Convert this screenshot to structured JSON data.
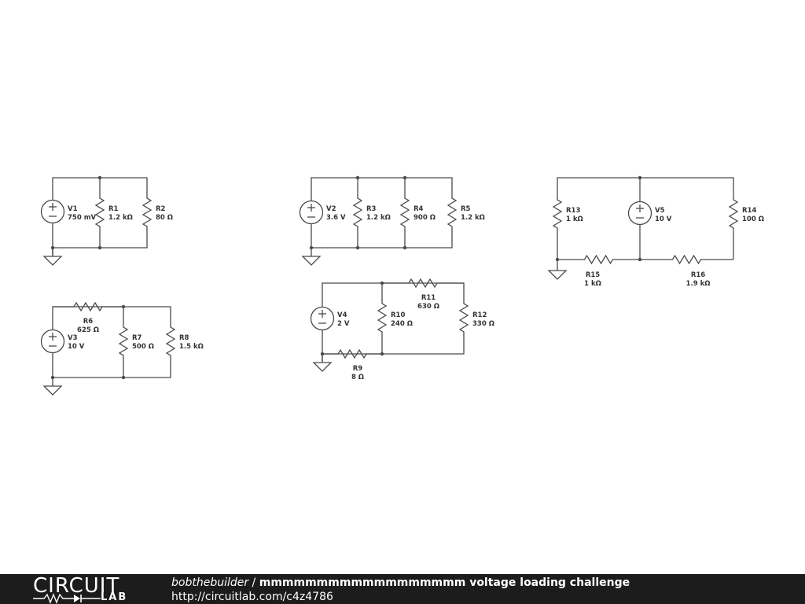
{
  "circuit": {
    "components": [
      {
        "id": "v1",
        "name": "V1",
        "value": "750 mV"
      },
      {
        "id": "r1",
        "name": "R1",
        "value": "1.2 kΩ"
      },
      {
        "id": "r2",
        "name": "R2",
        "value": "80 Ω"
      },
      {
        "id": "v2",
        "name": "V2",
        "value": "3.6 V"
      },
      {
        "id": "r3",
        "name": "R3",
        "value": "1.2 kΩ"
      },
      {
        "id": "r4",
        "name": "R4",
        "value": "900 Ω"
      },
      {
        "id": "r5",
        "name": "R5",
        "value": "1.2 kΩ"
      },
      {
        "id": "r13",
        "name": "R13",
        "value": "1 kΩ"
      },
      {
        "id": "v5",
        "name": "V5",
        "value": "10 V"
      },
      {
        "id": "r14",
        "name": "R14",
        "value": "100 Ω"
      },
      {
        "id": "r15",
        "name": "R15",
        "value": "1 kΩ"
      },
      {
        "id": "r16",
        "name": "R16",
        "value": "1.9 kΩ"
      },
      {
        "id": "r6",
        "name": "R6",
        "value": "625 Ω"
      },
      {
        "id": "v3",
        "name": "V3",
        "value": "10 V"
      },
      {
        "id": "r7",
        "name": "R7",
        "value": "500 Ω"
      },
      {
        "id": "r8",
        "name": "R8",
        "value": "1.5 kΩ"
      },
      {
        "id": "v4",
        "name": "V4",
        "value": "2 V"
      },
      {
        "id": "r10",
        "name": "R10",
        "value": "240 Ω"
      },
      {
        "id": "r11",
        "name": "R11",
        "value": "630 Ω"
      },
      {
        "id": "r12",
        "name": "R12",
        "value": "330 Ω"
      },
      {
        "id": "r9",
        "name": "R9",
        "value": "8 Ω"
      }
    ]
  },
  "footer": {
    "logo_text": "CIRCUIT",
    "logo_sub": "LAB",
    "author": "bobthebuilder",
    "separator": " / ",
    "circuit_name": "mmmmmmmmmmmmmmmmmm voltage loading challenge",
    "url": "http://circuitlab.com/c4z4786"
  }
}
